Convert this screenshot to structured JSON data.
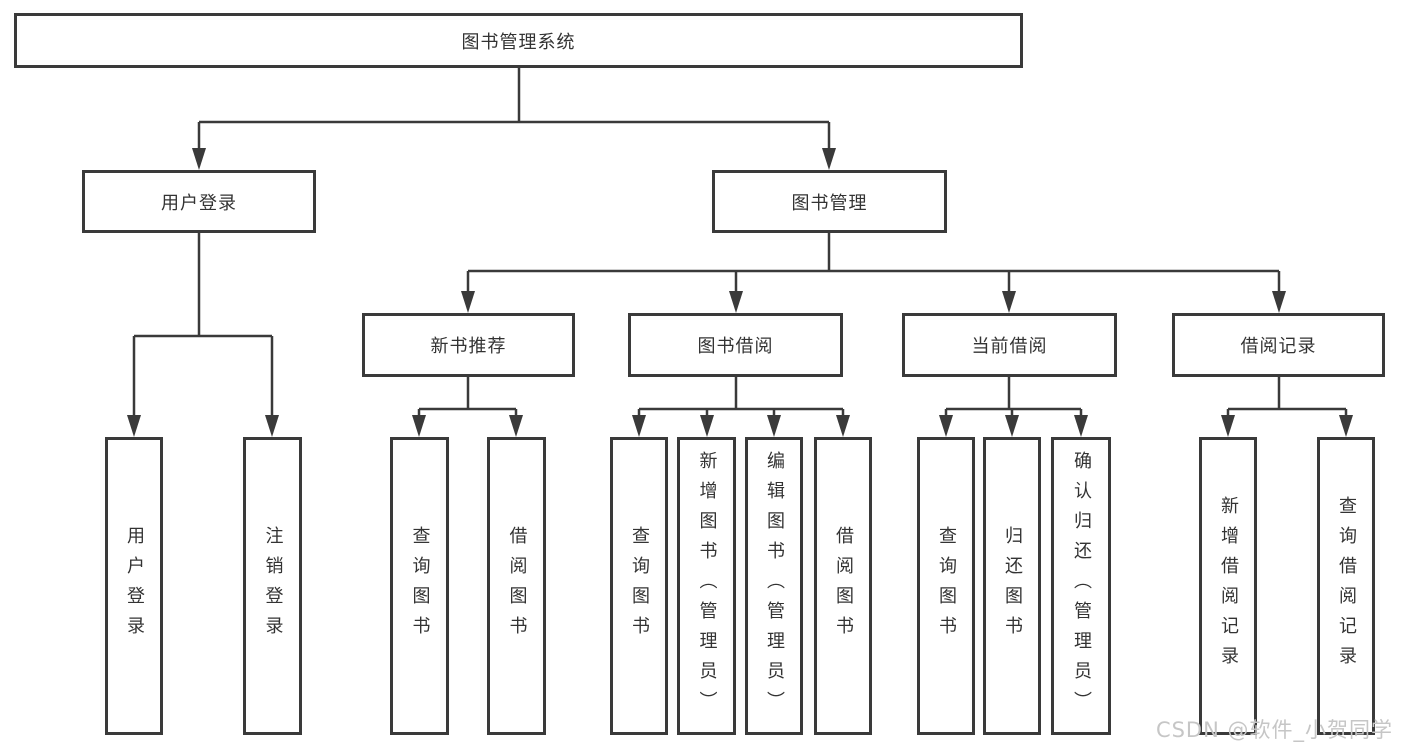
{
  "watermark": "CSDN @软件_小贺同学",
  "tree": {
    "root": {
      "label": "图书管理系统"
    },
    "user_login": {
      "label": "用户登录",
      "children": [
        {
          "label": "用户登录"
        },
        {
          "label": "注销登录"
        }
      ]
    },
    "book_mgmt": {
      "label": "图书管理",
      "groups": [
        {
          "label": "新书推荐",
          "children": [
            {
              "label": "查询图书"
            },
            {
              "label": "借阅图书"
            }
          ]
        },
        {
          "label": "图书借阅",
          "children": [
            {
              "label": "查询图书"
            },
            {
              "label": "新增图书（管理员）"
            },
            {
              "label": "编辑图书（管理员）"
            },
            {
              "label": "借阅图书"
            }
          ]
        },
        {
          "label": "当前借阅",
          "children": [
            {
              "label": "查询图书"
            },
            {
              "label": "归还图书"
            },
            {
              "label": "确认归还（管理员）"
            }
          ]
        },
        {
          "label": "借阅记录",
          "children": [
            {
              "label": "新增借阅记录"
            },
            {
              "label": "查询借阅记录"
            }
          ]
        }
      ]
    }
  }
}
